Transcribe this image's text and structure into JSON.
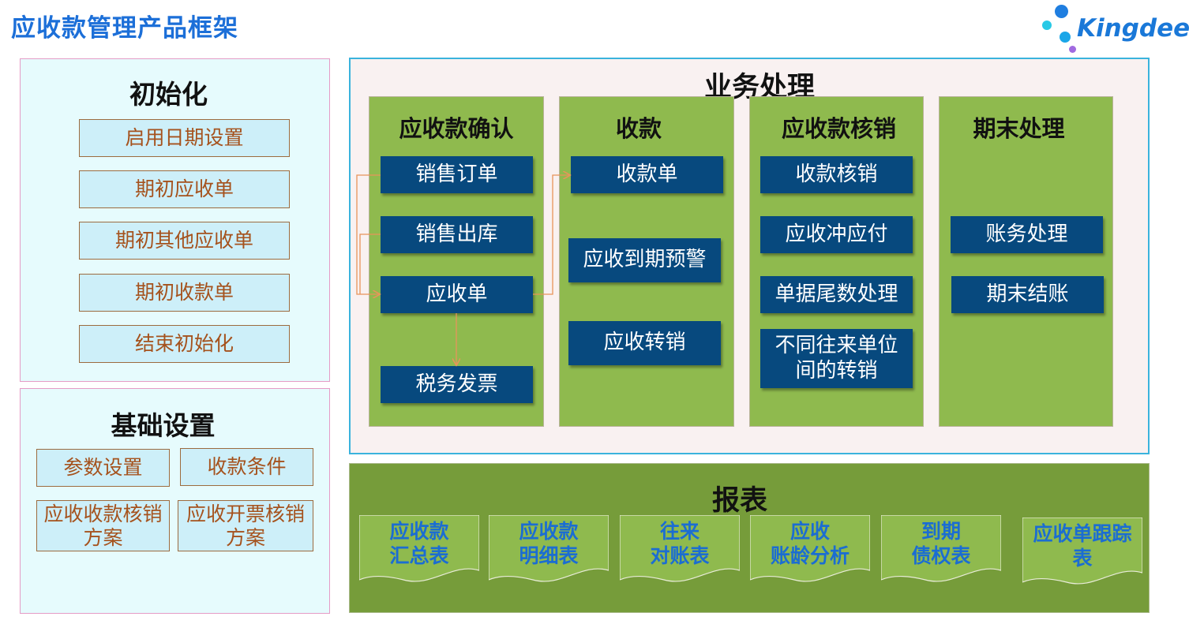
{
  "title": "应收款管理产品框架",
  "logo": {
    "text": "Kingdee"
  },
  "initialization": {
    "title": "初始化",
    "items": [
      "启用日期设置",
      "期初应收单",
      "期初其他应收单",
      "期初收款单",
      "结束初始化"
    ]
  },
  "basic_settings": {
    "title": "基础设置",
    "items": [
      "参数设置",
      "收款条件",
      "应收收款核销方案",
      "应收开票核销方案"
    ]
  },
  "business": {
    "title": "业务处理",
    "columns": [
      {
        "title": "应收款确认",
        "items": [
          "销售订单",
          "销售出库",
          "应收单",
          "税务发票"
        ]
      },
      {
        "title": "收款",
        "items": [
          "收款单",
          "应收到期预警",
          "应收转销"
        ]
      },
      {
        "title": "应收款核销",
        "items": [
          "收款核销",
          "应收冲应付",
          "单据尾数处理",
          "不同往来单位间的转销"
        ]
      },
      {
        "title": "期末处理",
        "items": [
          "账务处理",
          "期末结账"
        ]
      }
    ]
  },
  "reports": {
    "title": "报表",
    "items": [
      "应收款\n汇总表",
      "应收款\n明细表",
      "往来\n对账表",
      "应收\n账龄分析",
      "到期\n债权表",
      "应收单跟踪\n表"
    ]
  },
  "colors": {
    "title_blue": "#1c6fd8",
    "navy": "#07497e",
    "column_green": "#8fba4e",
    "report_green": "#769c3a",
    "init_text": "#a5521d",
    "connector": "#e8945a"
  }
}
